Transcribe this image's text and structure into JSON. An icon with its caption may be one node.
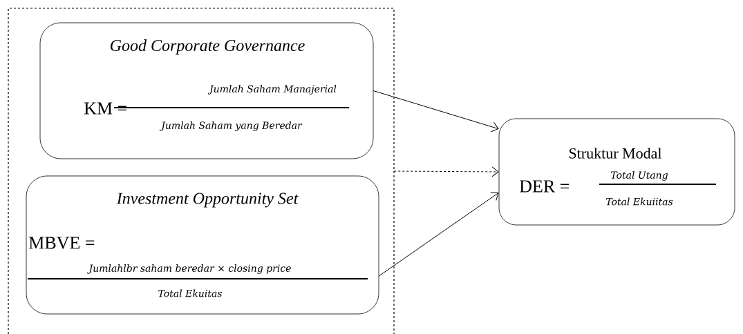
{
  "diagram": {
    "nodes": [
      {
        "text": [],
        "shape": "box"
      },
      {
        "text": [
          "Good Corporate Governance",
          "KM =",
          "Jumlah Saham Manajerial",
          "Jumlah Saham yang Beredar"
        ],
        "in": 0
      },
      {
        "text": [
          "Investment Opportunity Set",
          "MBVE =",
          "Jumlahlbr saham beredar × closing price",
          "Total Ekuitas"
        ],
        "in": 0
      },
      {
        "text": [
          "Struktur Modal",
          "DER =",
          "Total Utang",
          "Total Ekuiitas"
        ]
      }
    ],
    "edges": [
      {
        "from": 1,
        "to": 3,
        "arrow": "to"
      },
      {
        "from": 0,
        "to": 3,
        "arrow": "to",
        "style": "dashed"
      },
      {
        "from": 2,
        "to": 3,
        "arrow": "to"
      }
    ]
  }
}
